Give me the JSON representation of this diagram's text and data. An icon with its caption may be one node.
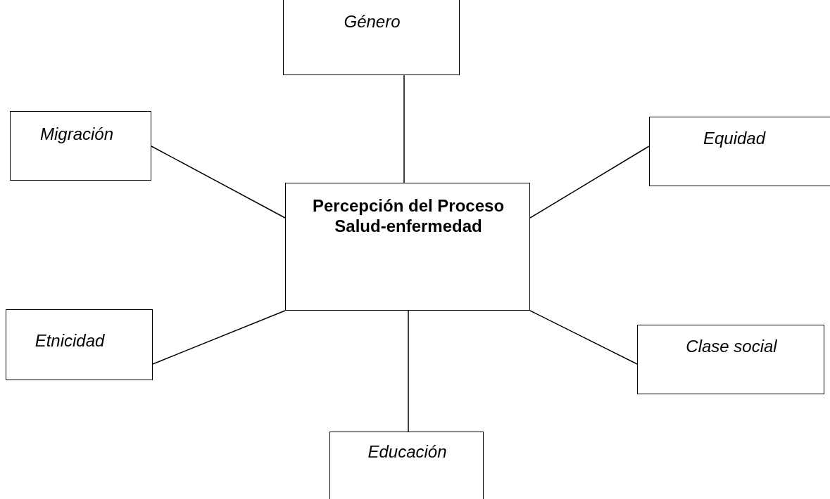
{
  "diagram": {
    "nodes": [
      {
        "text": [
          "Género"
        ]
      },
      {
        "text": [
          "Migración"
        ]
      },
      {
        "text": [
          "Equidad"
        ]
      },
      {
        "text": [
          "Percepción del Proceso Salud-enfermedad"
        ]
      },
      {
        "text": [
          "Etnicidad"
        ]
      },
      {
        "text": [
          "Clase social"
        ]
      },
      {
        "text": [
          "Educación"
        ]
      }
    ],
    "edges": [
      {
        "from": 3,
        "to": 0,
        "arrow": "none"
      },
      {
        "from": 3,
        "to": 1,
        "arrow": "none"
      },
      {
        "from": 3,
        "to": 2,
        "arrow": "none"
      },
      {
        "from": 3,
        "to": 4,
        "arrow": "none"
      },
      {
        "from": 3,
        "to": 5,
        "arrow": "none"
      },
      {
        "from": 3,
        "to": 6,
        "arrow": "none"
      }
    ]
  }
}
